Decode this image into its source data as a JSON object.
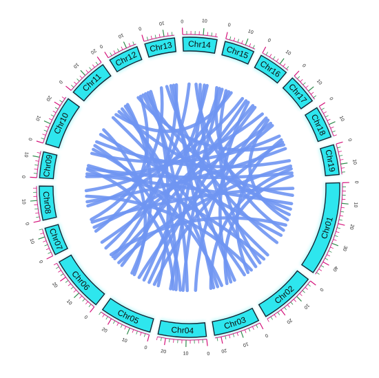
{
  "diagram": {
    "type": "circos-synteny",
    "colors": {
      "chromosome_fill": "#2ee6ee",
      "chromosome_stroke": "#142432",
      "link": "#6f95f2",
      "tick_primary": "#d4127a",
      "tick_secondary": "#2f8a4c",
      "background": "#ffffff"
    },
    "chromosomes": [
      {
        "name": "Chr01",
        "length": 47,
        "ticks": [
          "0",
          "10",
          "20",
          "30",
          "40"
        ]
      },
      {
        "name": "Chr02",
        "length": 28,
        "ticks": [
          "0",
          "10",
          "20"
        ]
      },
      {
        "name": "Chr03",
        "length": 23,
        "ticks": [
          "0",
          "10",
          "20"
        ]
      },
      {
        "name": "Chr04",
        "length": 24,
        "ticks": [
          "0",
          "10",
          "20"
        ]
      },
      {
        "name": "Chr05",
        "length": 26,
        "ticks": [
          "0",
          "10",
          "20"
        ]
      },
      {
        "name": "Chr06",
        "length": 28,
        "ticks": [
          "0",
          "10",
          "20"
        ]
      },
      {
        "name": "Chr07",
        "length": 14,
        "ticks": [
          "0",
          "10"
        ]
      },
      {
        "name": "Chr08",
        "length": 17,
        "ticks": [
          "0",
          "10"
        ]
      },
      {
        "name": "Chr09",
        "length": 13,
        "ticks": [
          "0",
          "10"
        ]
      },
      {
        "name": "Chr10",
        "length": 25,
        "ticks": [
          "0",
          "10",
          "20"
        ]
      },
      {
        "name": "Chr11",
        "length": 20,
        "ticks": [
          "0",
          "10",
          "20"
        ]
      },
      {
        "name": "Chr12",
        "length": 15,
        "ticks": [
          "0",
          "10"
        ]
      },
      {
        "name": "Chr13",
        "length": 15,
        "ticks": [
          "0",
          "10"
        ]
      },
      {
        "name": "Chr14",
        "length": 17,
        "ticks": [
          "0",
          "10"
        ]
      },
      {
        "name": "Chr15",
        "length": 15,
        "ticks": [
          "0",
          "10"
        ]
      },
      {
        "name": "Chr16",
        "length": 15,
        "ticks": [
          "0",
          "10"
        ]
      },
      {
        "name": "Chr17",
        "length": 15,
        "ticks": [
          "0",
          "10"
        ]
      },
      {
        "name": "Chr18",
        "length": 16,
        "ticks": [
          "0",
          "10"
        ]
      },
      {
        "name": "Chr19",
        "length": 15,
        "ticks": [
          "0",
          "10"
        ]
      }
    ],
    "links": [
      [
        "Chr01",
        8,
        "Chr11",
        10
      ],
      [
        "Chr01",
        14,
        "Chr09",
        5
      ],
      [
        "Chr01",
        22,
        "Chr14",
        8
      ],
      [
        "Chr01",
        30,
        "Chr06",
        14
      ],
      [
        "Chr01",
        38,
        "Chr10",
        18
      ],
      [
        "Chr01",
        44,
        "Chr13",
        6
      ],
      [
        "Chr02",
        4,
        "Chr12",
        7
      ],
      [
        "Chr02",
        12,
        "Chr15",
        9
      ],
      [
        "Chr02",
        20,
        "Chr08",
        10
      ],
      [
        "Chr02",
        26,
        "Chr11",
        4
      ],
      [
        "Chr03",
        5,
        "Chr16",
        8
      ],
      [
        "Chr03",
        12,
        "Chr10",
        6
      ],
      [
        "Chr03",
        18,
        "Chr13",
        11
      ],
      [
        "Chr04",
        4,
        "Chr17",
        6
      ],
      [
        "Chr04",
        10,
        "Chr12",
        11
      ],
      [
        "Chr04",
        18,
        "Chr11",
        16
      ],
      [
        "Chr04",
        22,
        "Chr14",
        14
      ],
      [
        "Chr05",
        6,
        "Chr18",
        8
      ],
      [
        "Chr05",
        14,
        "Chr15",
        4
      ],
      [
        "Chr05",
        22,
        "Chr10",
        22
      ],
      [
        "Chr06",
        6,
        "Chr19",
        6
      ],
      [
        "Chr06",
        20,
        "Chr14",
        3
      ],
      [
        "Chr06",
        25,
        "Chr16",
        12
      ],
      [
        "Chr07",
        5,
        "Chr17",
        11
      ],
      [
        "Chr07",
        11,
        "Chr13",
        2
      ],
      [
        "Chr08",
        6,
        "Chr18",
        13
      ],
      [
        "Chr08",
        14,
        "Chr16",
        3
      ],
      [
        "Chr09",
        9,
        "Chr19",
        11
      ],
      [
        "Chr09",
        3,
        "Chr17",
        2
      ],
      [
        "Chr10",
        12,
        "Chr19",
        2
      ],
      [
        "Chr10",
        3,
        "Chr18",
        3
      ],
      [
        "Chr11",
        7,
        "Chr15",
        13
      ],
      [
        "Chr12",
        3,
        "Chr18",
        10
      ],
      [
        "Chr12",
        13,
        "Chr05",
        3
      ],
      [
        "Chr13",
        9,
        "Chr03",
        2
      ],
      [
        "Chr14",
        11,
        "Chr02",
        16
      ],
      [
        "Chr15",
        6,
        "Chr04",
        13
      ],
      [
        "Chr16",
        6,
        "Chr06",
        10
      ],
      [
        "Chr17",
        13,
        "Chr05",
        18
      ],
      [
        "Chr19",
        8,
        "Chr03",
        20
      ],
      [
        "Chr01",
        3,
        "Chr07",
        9
      ],
      [
        "Chr02",
        8,
        "Chr09",
        11
      ],
      [
        "Chr01",
        18,
        "Chr12",
        9
      ],
      [
        "Chr03",
        15,
        "Chr11",
        13
      ],
      [
        "Chr04",
        15,
        "Chr10",
        9
      ],
      [
        "Chr06",
        12,
        "Chr13",
        13
      ],
      [
        "Chr08",
        3,
        "Chr15",
        11
      ],
      [
        "Chr05",
        10,
        "Chr16",
        14
      ],
      [
        "Chr01",
        26,
        "Chr17",
        8
      ],
      [
        "Chr02",
        23,
        "Chr18",
        6
      ],
      [
        "Chr06",
        3,
        "Chr14",
        16
      ],
      [
        "Chr07",
        2,
        "Chr12",
        5
      ],
      [
        "Chr03",
        8,
        "Chr19",
        13
      ],
      [
        "Chr04",
        20,
        "Chr09",
        8
      ],
      [
        "Chr01",
        34,
        "Chr15",
        2
      ],
      [
        "Chr05",
        24,
        "Chr11",
        18
      ]
    ]
  }
}
